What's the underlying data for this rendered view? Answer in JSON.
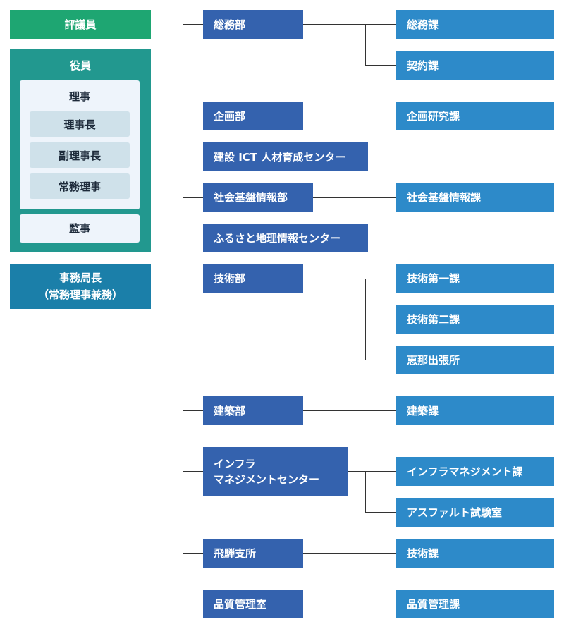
{
  "left": {
    "hyogiin": "評議員",
    "yakuin": {
      "title": "役員",
      "riji": {
        "title": "理事",
        "members": [
          "理事長",
          "副理事長",
          "常務理事"
        ]
      },
      "kanji": "監事"
    },
    "jimukyokucho": {
      "line1": "事務局長",
      "line2": "（常務理事兼務）"
    }
  },
  "departments": [
    {
      "name": "総務部",
      "sections": [
        "総務課",
        "契約課"
      ]
    },
    {
      "name": "企画部",
      "sections": [
        "企画研究課"
      ]
    },
    {
      "name": "建設 ICT 人材育成センター",
      "sections": []
    },
    {
      "name": "社会基盤情報部",
      "sections": [
        "社会基盤情報課"
      ]
    },
    {
      "name": "ふるさと地理情報センター",
      "sections": []
    },
    {
      "name": "技術部",
      "sections": [
        "技術第一課",
        "技術第二課",
        "恵那出張所"
      ]
    },
    {
      "name": "建築部",
      "sections": [
        "建築課"
      ]
    },
    {
      "name": "インフラ\nマネジメントセンター",
      "sections": [
        "インフラマネジメント課",
        "アスファルト試験室"
      ]
    },
    {
      "name": "飛騨支所",
      "sections": [
        "技術課"
      ]
    },
    {
      "name": "品質管理室",
      "sections": [
        "品質管理課"
      ]
    }
  ],
  "colors": {
    "hyogiin": "#1ea672",
    "yakuin": "#22988f",
    "jimukyokucho": "#1b7fa9",
    "department": "#3462ae",
    "section": "#2d8ac9",
    "line": "#333333"
  }
}
